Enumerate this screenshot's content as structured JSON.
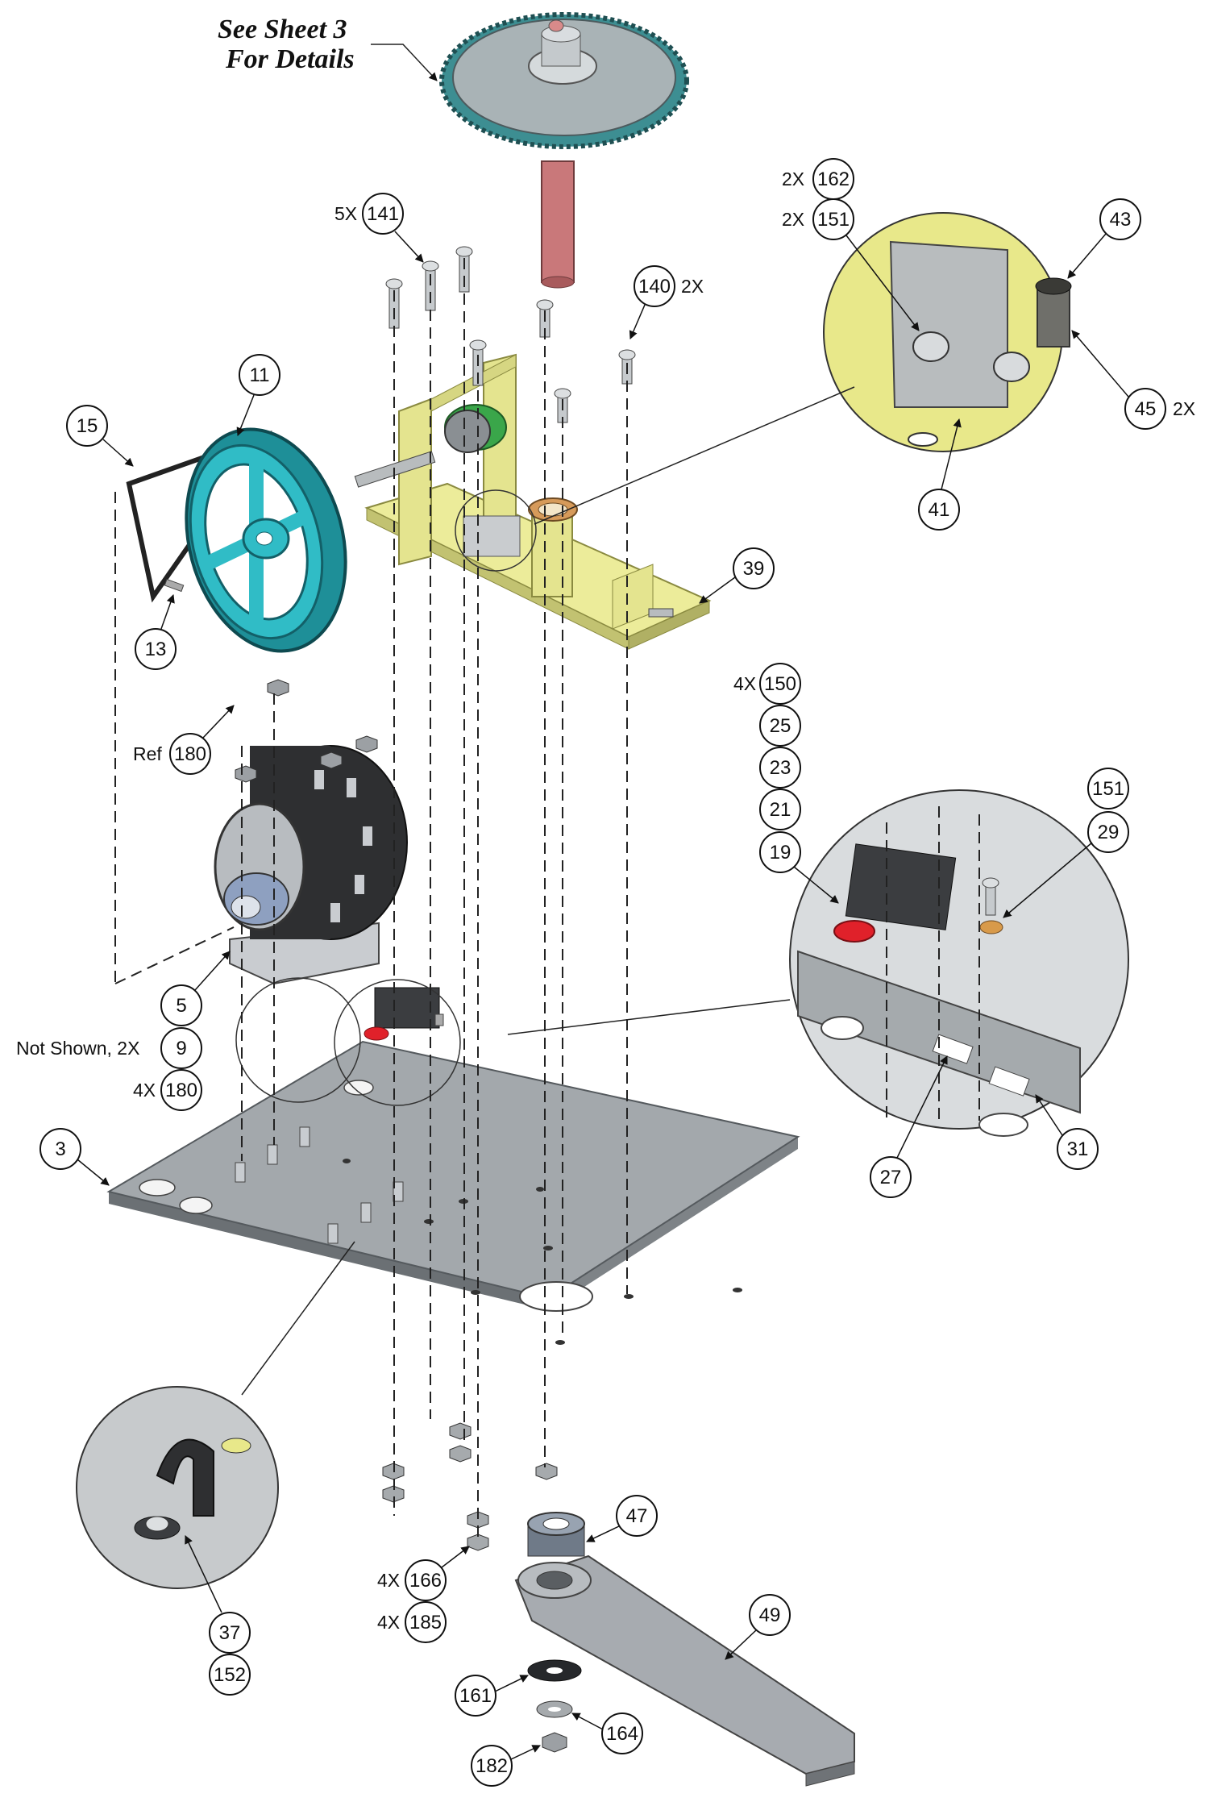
{
  "note": {
    "line1": "See Sheet 3",
    "line2": "For Details"
  },
  "balloons": {
    "b162": "162",
    "b151a": "151",
    "b141": "141",
    "b140": "140",
    "b43": "43",
    "b45": "45",
    "b41": "41",
    "b11": "11",
    "b15": "15",
    "b13": "13",
    "b39": "39",
    "b180a": "180",
    "b150": "150",
    "b25": "25",
    "b23": "23",
    "b21": "21",
    "b19": "19",
    "b151b": "151",
    "b29": "29",
    "b5": "5",
    "b9": "9",
    "b180b": "180",
    "b3": "3",
    "b27": "27",
    "b31": "31",
    "b47": "47",
    "b166": "166",
    "b185": "185",
    "b49": "49",
    "b37": "37",
    "b152": "152",
    "b161": "161",
    "b164": "164",
    "b182": "182"
  },
  "qty": {
    "q162": "2X",
    "q151a": "2X",
    "q141": "5X",
    "q140": "2X",
    "q45": "2X",
    "q180a": "Ref",
    "q150": "4X",
    "q9": "Not Shown, 2X",
    "q180b": "4X",
    "q166": "4X",
    "q185": "4X"
  },
  "colors": {
    "gear": "#4fa3a6",
    "gear_body": "#b9c0c2",
    "shaft": "#c9787a",
    "pulley": "#2fb7c2",
    "frame": "#ecec9a",
    "frame_edge": "#8a8a40",
    "plate": "#9a9fa3",
    "plate_edge": "#555a5e",
    "motor": "#2e2f31",
    "motor_end": "#c0c4c8",
    "arm": "#a7abb0",
    "red_part": "#e0212a",
    "detail_bg": "#d9dcde",
    "detail_yellow": "#e8e88a"
  }
}
